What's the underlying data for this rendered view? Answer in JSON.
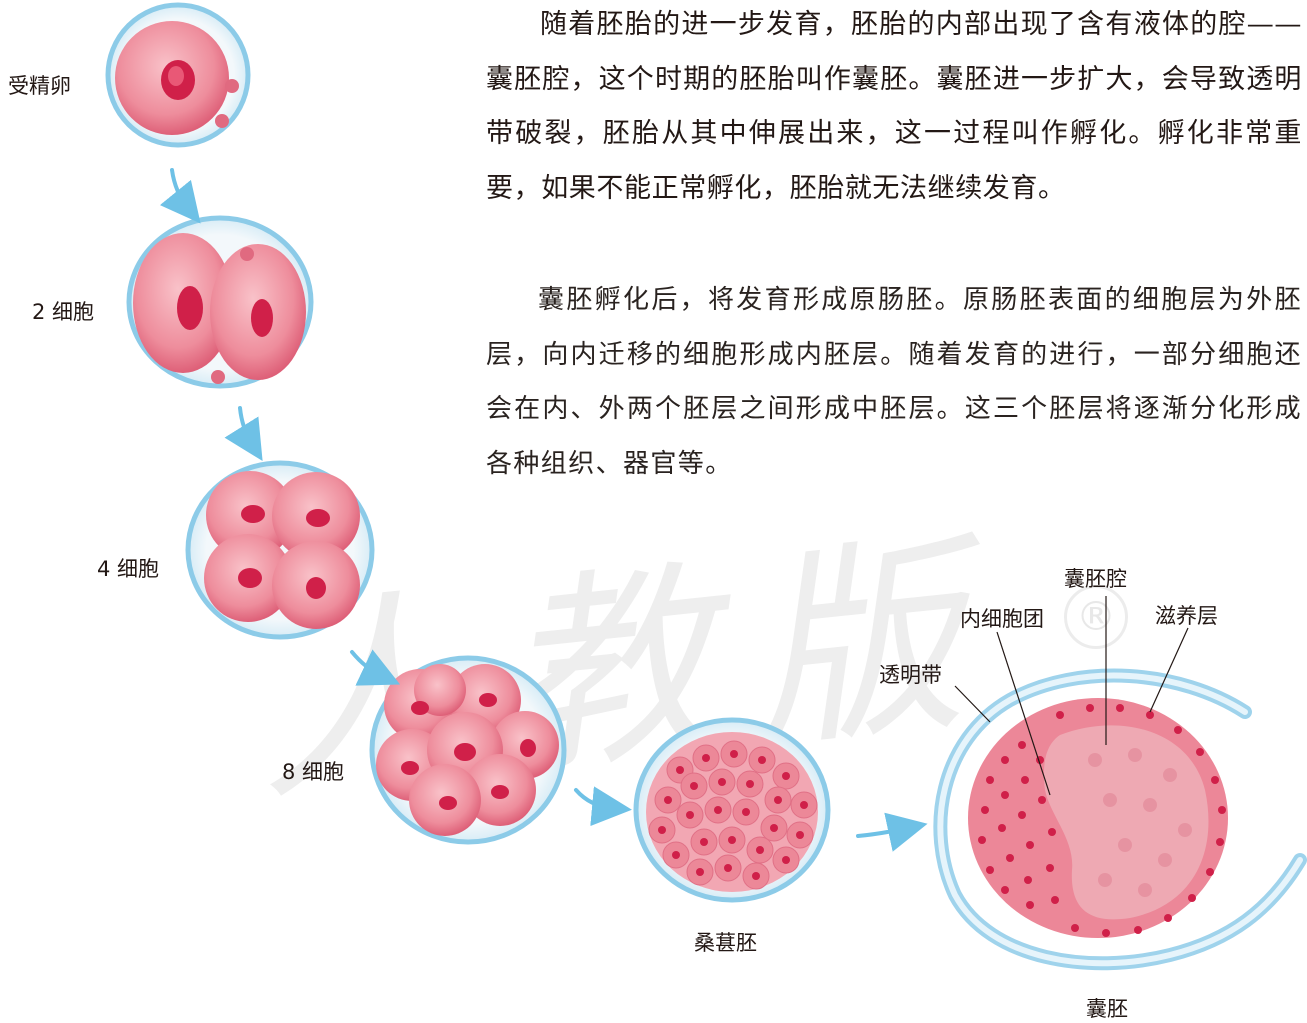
{
  "paragraphs": {
    "p1": "随着胚胎的进一步发育，胚胎的内部出现了含有液体的腔——囊胚腔，这个时期的胚胎叫作囊胚。囊胚进一步扩大，会导致透明带破裂，胚胎从其中伸展出来，这一过程叫作孵化。孵化非常重要，如果不能正常孵化，胚胎就无法继续发育。",
    "p2": "囊胚孵化后，将发育形成原肠胚。原肠胚表面的细胞层为外胚层，向内迁移的细胞形成内胚层。随着发育的进行，一部分细胞还会在内、外两个胚层之间形成中胚层。这三个胚层将逐渐分化形成各种组织、器官等。"
  },
  "stages": {
    "zygote": "受精卵",
    "two_cell": "2 细胞",
    "four_cell": "4 细胞",
    "eight_cell": "8 细胞",
    "morula": "桑葚胚",
    "blastocyst": "囊胚"
  },
  "blastocyst_parts": {
    "cavity": "囊胚腔",
    "inner_cell_mass": "内细胞团",
    "trophoblast": "滋养层",
    "zona_pellucida": "透明带"
  },
  "colors": {
    "zona": "#bfe3f3",
    "zona_edge": "#7cc3e4",
    "cell": "#ec7d8f",
    "cell_light": "#f6b3bd",
    "nucleus": "#c7183f",
    "arrow": "#6ec1e6"
  }
}
